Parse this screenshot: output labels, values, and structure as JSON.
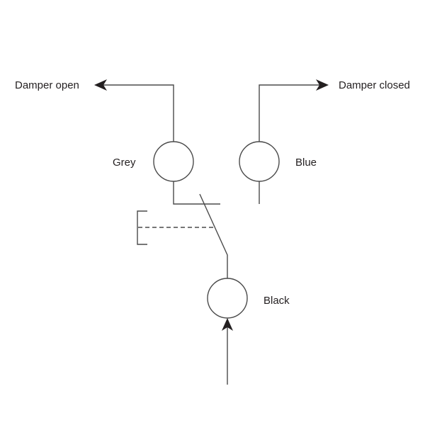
{
  "diagram": {
    "title": "Damper switch wiring",
    "outputs": {
      "left": "Damper open",
      "right": "Damper closed"
    },
    "terminals": {
      "grey": "Grey",
      "blue": "Blue",
      "black": "Black"
    },
    "colors": {
      "line": "#4a4a4a",
      "text": "#231f20",
      "background": "#ffffff"
    }
  }
}
